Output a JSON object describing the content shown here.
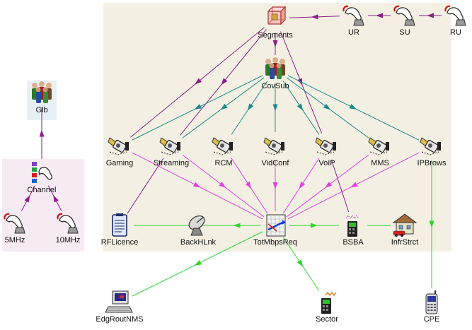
{
  "diagram": {
    "nodes": [
      {
        "id": "segments",
        "label": "Segments",
        "icon": "cube-icon"
      },
      {
        "id": "ur",
        "label": "UR",
        "icon": "hand-pointer-icon"
      },
      {
        "id": "su",
        "label": "SU",
        "icon": "hand-pointer-icon"
      },
      {
        "id": "ru",
        "label": "RU",
        "icon": "hand-pointer-icon"
      },
      {
        "id": "covsub",
        "label": "CovSub",
        "icon": "people-group-icon"
      },
      {
        "id": "glb",
        "label": "Glb",
        "icon": "people-group-icon"
      },
      {
        "id": "channel",
        "label": "Channel",
        "icon": "hand-list-icon"
      },
      {
        "id": "mhz5",
        "label": "5MHz",
        "icon": "hand-pointer-icon"
      },
      {
        "id": "mhz10",
        "label": "10MHz",
        "icon": "hand-pointer-icon"
      },
      {
        "id": "gaming",
        "label": "Gaming",
        "icon": "camera-icon"
      },
      {
        "id": "streaming",
        "label": "Streaming",
        "icon": "camera-icon"
      },
      {
        "id": "rcm",
        "label": "RCM",
        "icon": "camera-icon"
      },
      {
        "id": "vidconf",
        "label": "VidConf",
        "icon": "camera-icon"
      },
      {
        "id": "voip",
        "label": "VoIP",
        "icon": "camera-icon"
      },
      {
        "id": "mms",
        "label": "MMS",
        "icon": "camera-icon"
      },
      {
        "id": "ipbrows",
        "label": "IPBrows",
        "icon": "camera-icon"
      },
      {
        "id": "rflicence",
        "label": "RFLicence",
        "icon": "clipboard-icon"
      },
      {
        "id": "backhlnk",
        "label": "BackHLnk",
        "icon": "satellite-dish-icon"
      },
      {
        "id": "totmbps",
        "label": "TotMbpsReq",
        "icon": "calculator-icon"
      },
      {
        "id": "bsba",
        "label": "BSBA",
        "icon": "base-station-icon"
      },
      {
        "id": "infrstrct",
        "label": "InfrStrct",
        "icon": "house-icon"
      },
      {
        "id": "edgrout",
        "label": "EdgRoutNMS",
        "icon": "computer-terminal-icon"
      },
      {
        "id": "sector",
        "label": "Sector",
        "icon": "antenna-device-icon"
      },
      {
        "id": "cpe",
        "label": "CPE",
        "icon": "handset-icon"
      }
    ],
    "edges": [
      {
        "from": "ru",
        "to": "su",
        "color": "#8a1f8a"
      },
      {
        "from": "su",
        "to": "ur",
        "color": "#8a1f8a"
      },
      {
        "from": "ur",
        "to": "segments",
        "color": "#8a1f8a"
      },
      {
        "from": "segments",
        "to": "covsub",
        "color": "#8a1f8a"
      },
      {
        "from": "segments",
        "to": "streaming",
        "color": "#8a1f8a"
      },
      {
        "from": "segments",
        "to": "gaming",
        "color": "#8a1f8a"
      },
      {
        "from": "segments",
        "to": "voip",
        "color": "#8a1f8a"
      },
      {
        "from": "covsub",
        "to": "gaming",
        "color": "#1a8a8a"
      },
      {
        "from": "covsub",
        "to": "streaming",
        "color": "#1a8a8a"
      },
      {
        "from": "covsub",
        "to": "rcm",
        "color": "#1a8a8a"
      },
      {
        "from": "covsub",
        "to": "vidconf",
        "color": "#1a8a8a"
      },
      {
        "from": "covsub",
        "to": "voip",
        "color": "#1a8a8a"
      },
      {
        "from": "covsub",
        "to": "mms",
        "color": "#1a8a8a"
      },
      {
        "from": "covsub",
        "to": "ipbrows",
        "color": "#1a8a8a"
      },
      {
        "from": "channel",
        "to": "glb",
        "color": "#8a1f8a"
      },
      {
        "from": "mhz5",
        "to": "channel",
        "color": "#8a1f8a"
      },
      {
        "from": "mhz10",
        "to": "channel",
        "color": "#8a1f8a"
      },
      {
        "from": "gaming",
        "to": "totmbps",
        "color": "#e040e0"
      },
      {
        "from": "streaming",
        "to": "totmbps",
        "color": "#e040e0"
      },
      {
        "from": "rcm",
        "to": "totmbps",
        "color": "#e040e0"
      },
      {
        "from": "vidconf",
        "to": "totmbps",
        "color": "#e040e0"
      },
      {
        "from": "voip",
        "to": "totmbps",
        "color": "#e040e0"
      },
      {
        "from": "mms",
        "to": "totmbps",
        "color": "#e040e0"
      },
      {
        "from": "ipbrows",
        "to": "totmbps",
        "color": "#e040e0"
      },
      {
        "from": "streaming",
        "to": "rflicence",
        "color": "#8a1f8a",
        "noarrow": true
      },
      {
        "from": "voip",
        "to": "bsba",
        "color": "#8a1f8a",
        "noarrow": true
      },
      {
        "from": "rflicence",
        "to": "totmbps",
        "color": "#2ed42e",
        "noarrow": true
      },
      {
        "from": "totmbps",
        "to": "backhlnk",
        "color": "#2ed42e"
      },
      {
        "from": "totmbps",
        "to": "bsba",
        "color": "#2ed42e"
      },
      {
        "from": "infrstrct",
        "to": "bsba",
        "color": "#2ed42e",
        "noarrow": true
      },
      {
        "from": "totmbps",
        "to": "edgrout",
        "color": "#2ed42e"
      },
      {
        "from": "totmbps",
        "to": "sector",
        "color": "#2ed42e"
      },
      {
        "from": "ipbrows",
        "to": "cpe",
        "color": "#2ed42e"
      }
    ]
  }
}
